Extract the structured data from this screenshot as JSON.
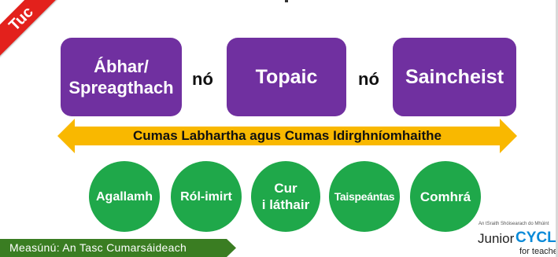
{
  "ribbon": {
    "text": "Tuc"
  },
  "topics": {
    "box1": {
      "line1": "Ábhar/",
      "line2": "Spreagthach"
    },
    "sep1": "nó",
    "box2": "Topaic",
    "sep2": "nó",
    "box3": "Saincheist"
  },
  "arrow": {
    "label": "Cumas Labhartha agus Cumas Idirghníomhaithe"
  },
  "formats": [
    {
      "label": "Agallamh"
    },
    {
      "label": "Ról-imirt"
    },
    {
      "line1": "Cur",
      "line2": "i láthair"
    },
    {
      "label": "Taispeántas"
    },
    {
      "label": "Comhrá"
    }
  ],
  "footer": {
    "label": "Measúnú: An Tasc Cumarsáideach"
  },
  "brand": {
    "sub": "An tSraith Shóisearach do Mhúint",
    "name_a": "Junior",
    "name_b": "CYCL",
    "name_c": "for teache"
  },
  "colors": {
    "purple": "#7030a0",
    "green": "#1fa84a",
    "arrow": "#f9b800",
    "ribbon": "#e3211c",
    "footer": "#3a7d22"
  }
}
